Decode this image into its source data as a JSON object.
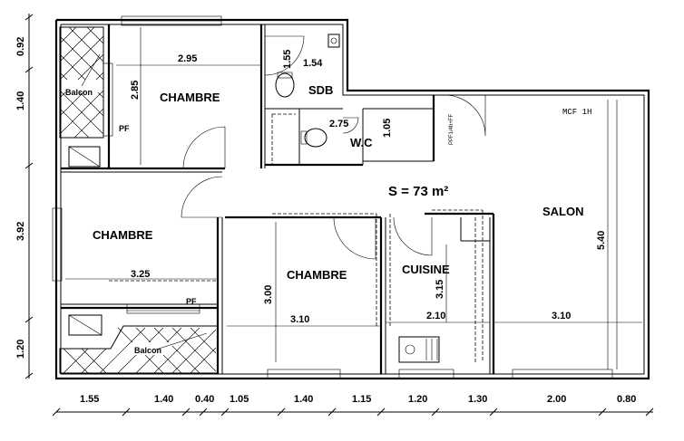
{
  "rooms": {
    "chambre_top": "CHAMBRE",
    "chambre_left": "CHAMBRE",
    "chambre_mid": "CHAMBRE",
    "sdb": "SDB",
    "wc": "W.C",
    "cuisine": "CUISINE",
    "salon": "SALON",
    "balcon_top": "Balcon",
    "balcon_bottom": "Balcon"
  },
  "area_label": "S = 73 m²",
  "annotations": {
    "pf_top": "PF",
    "pf_bottom": "PF",
    "mcf": "MCF 1H",
    "ppf": "PPF1/4h+FF"
  },
  "inner_dims": {
    "chambre_top_w": "2.95",
    "chambre_top_h": "2.85",
    "sdb_a": "1.54",
    "sdb_b": "1.55",
    "wc_w": "2.75",
    "wc_h": "1.05",
    "chambre_left_w": "3.25",
    "chambre_mid_w": "3.10",
    "chambre_mid_h": "3.00",
    "cuisine_w": "2.10",
    "cuisine_h": "3.15",
    "salon_w": "3.10",
    "salon_h": "5.40"
  },
  "left_dims": [
    "0.92",
    "1.40",
    "3.92",
    "1.20"
  ],
  "bottom_dims": [
    "1.55",
    "1.40",
    "0.40",
    "1.05",
    "1.40",
    "1.15",
    "1.20",
    "1.30",
    "2.00",
    "0.80"
  ]
}
